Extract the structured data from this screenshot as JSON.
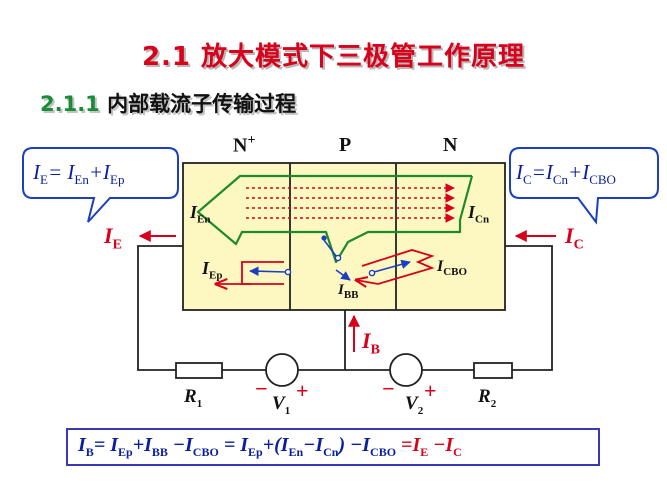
{
  "title": "2.1  放大模式下三极管工作原理",
  "subtitle": {
    "num": "2.1.1",
    "text": "内部载流子传输过程"
  },
  "regions": {
    "left": "N",
    "left_sup": "+",
    "middle": "P",
    "right": "N"
  },
  "callout_left": {
    "I1": "I",
    "sub1": "E",
    "eq": "= ",
    "I2": "I",
    "sub2": "En",
    "plus": "+",
    "I3": "I",
    "sub3": "Ep"
  },
  "callout_right": {
    "I1": "I",
    "sub1": "C",
    "eq": "=",
    "I2": "I",
    "sub2": "Cn",
    "plus": "+",
    "I3": "I",
    "sub3": "CBO"
  },
  "labels": {
    "ie_i": "I",
    "ie_sub": "E",
    "ic_i": "I",
    "ic_sub": "C",
    "ib_i": "I",
    "ib_sub": "B",
    "ien_i": "I",
    "ien_sub": "En",
    "icn_i": "I",
    "icn_sub": "Cn",
    "iep_i": "I",
    "iep_sub": "Ep",
    "icbo_i": "I",
    "icbo_sub": "CBO",
    "ibb_i": "I",
    "ibb_sub": "BB",
    "r1": "R",
    "r1_sub": "1",
    "r2": "R",
    "r2_sub": "2",
    "v1": "V",
    "v1_sub": "1",
    "v2": "V",
    "v2_sub": "2",
    "minus": "−",
    "plus": "+"
  },
  "formula": {
    "p1": "I",
    "s1": "B",
    "p2": "= I",
    "s2": "Ep",
    "p3": "+I",
    "s3": "BB",
    "p4": " −I",
    "s4": "CBO",
    "p5": " = I",
    "s5": "Ep",
    "p6": "+(I",
    "s6": "En",
    "p7": "−I",
    "s7": "Cn",
    "p8": ") −I",
    "s8": "CBO",
    "p9": " =I",
    "s9": "E",
    "p10": " −I",
    "s10": "C"
  },
  "colors": {
    "title": "#d8001a",
    "formula_text": "#0a1ea0",
    "emphasis": "#d8001a",
    "device_fill": "#fdf8c2",
    "green_arrow": "#1f8a2c",
    "blue_dot": "#1b3fbf"
  }
}
